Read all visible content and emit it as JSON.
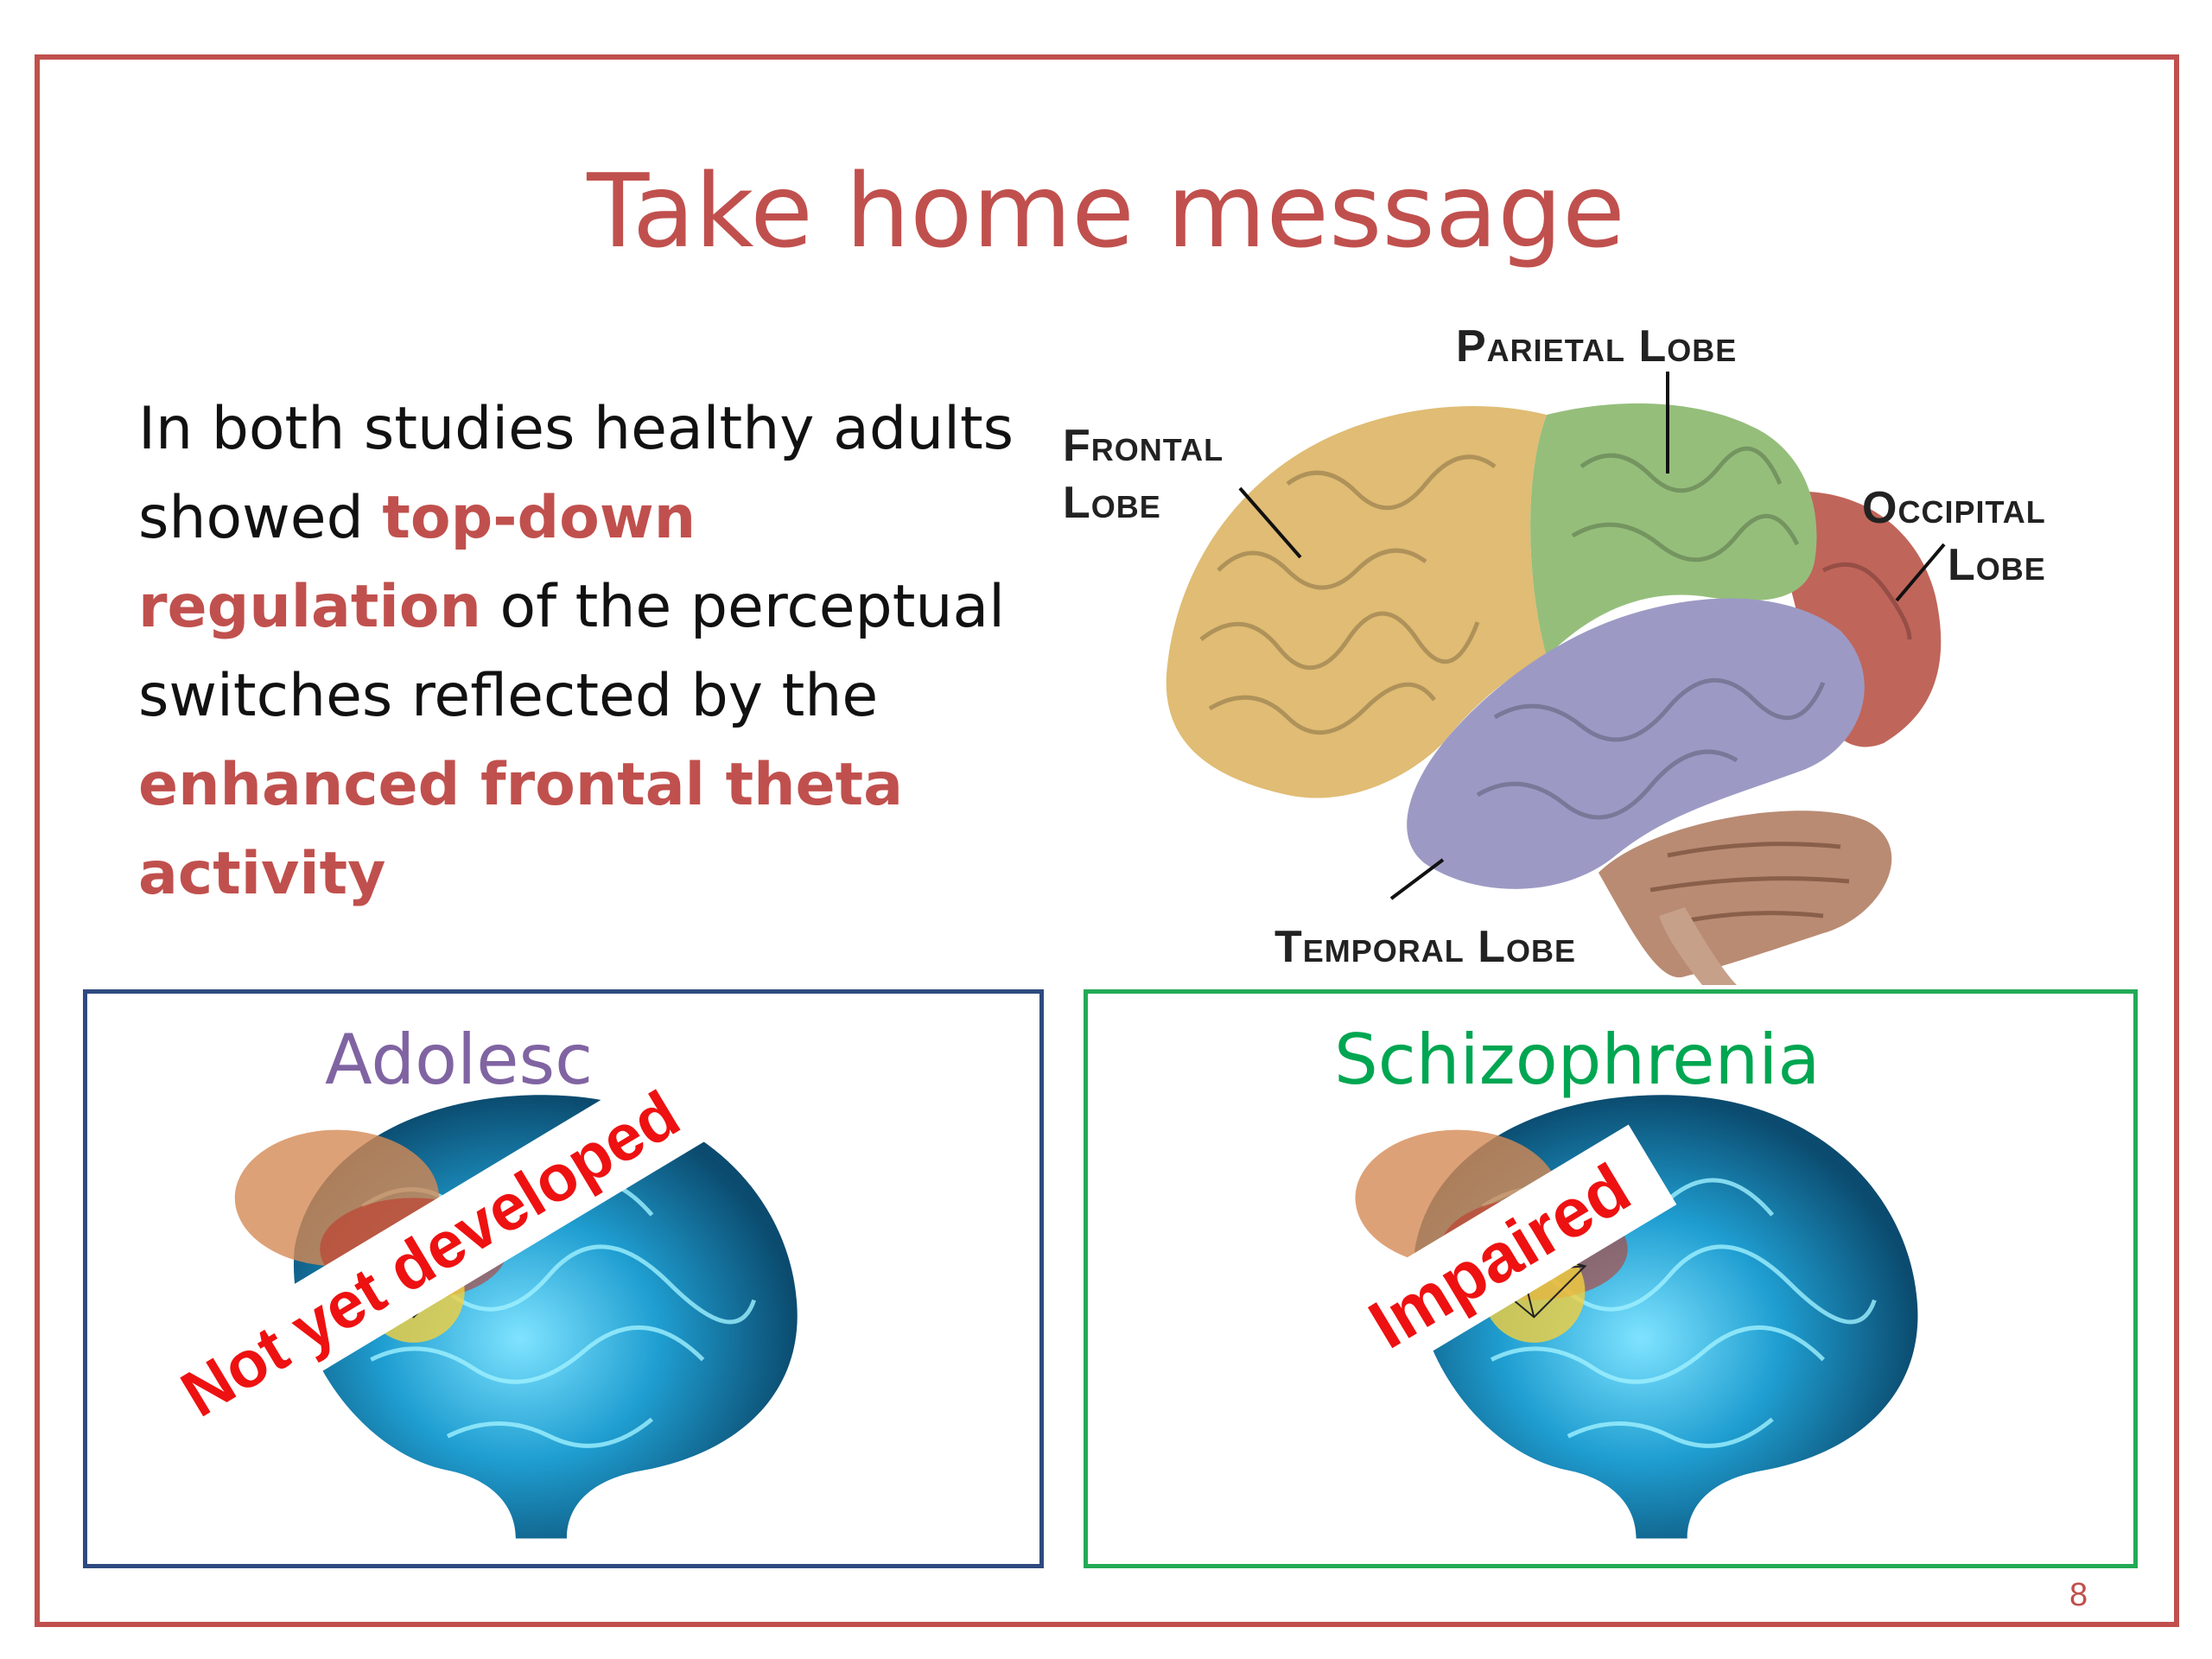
{
  "slide": {
    "title": "Take home message",
    "body": {
      "p1": "In both studies healthy adults showed ",
      "h1": "top-down regulation",
      "p2": " of the perceptual switches reflected by the ",
      "h2": "enhanced frontal theta activity"
    },
    "lobes": {
      "parietal": "Parietal Lobe",
      "frontal": "Frontal\nLobe",
      "occipital": "Occipital\nLobe",
      "temporal": "Temporal Lobe"
    },
    "panels": {
      "adolescence": {
        "title": "Adolesc",
        "stamp": "Not yet developed"
      },
      "schizophrenia": {
        "title": "Schizophrenia",
        "stamp": "Impaired"
      }
    },
    "page_number": "8",
    "colors": {
      "accent": "#c0504d",
      "adolescence_title": "#8064a2",
      "schizophrenia_title": "#00a651",
      "stamp": "#ee1111"
    }
  }
}
